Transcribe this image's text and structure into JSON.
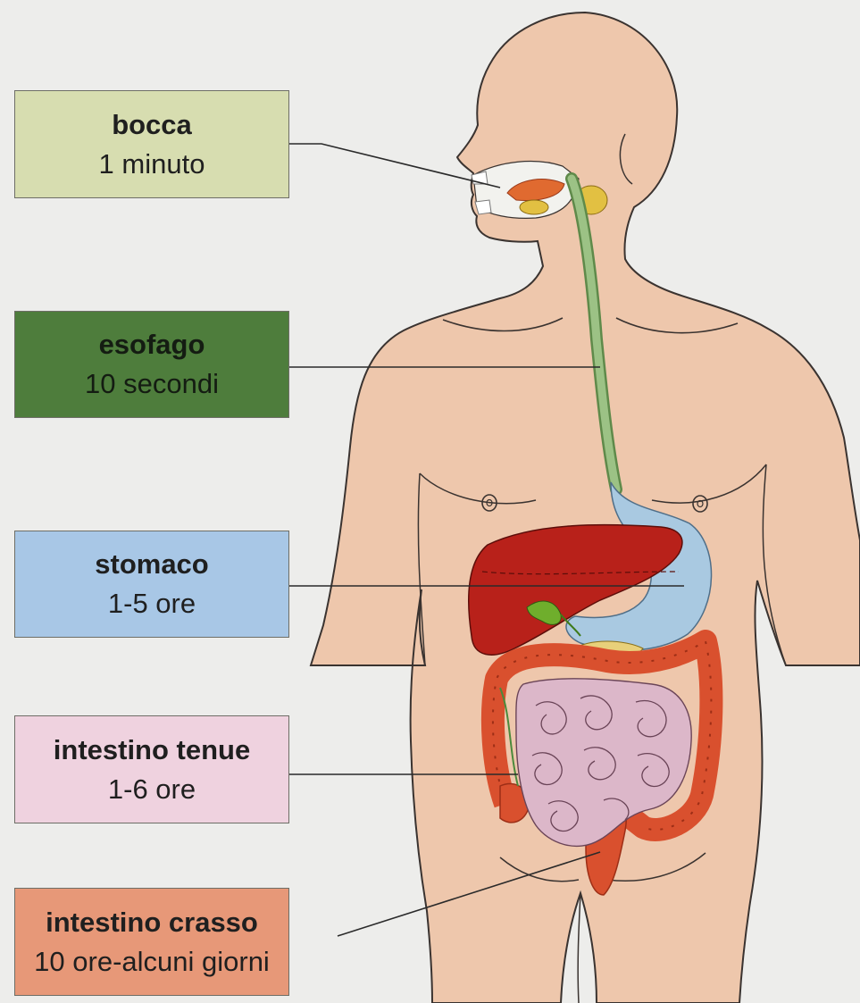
{
  "colors": {
    "background": "#ededeb",
    "skin": "#eec7ac",
    "skin_outline": "#3a3330",
    "liver": "#b8211a",
    "stomach": "#a9c9e1",
    "esophagus": "#8cb37a",
    "small_intestine": "#dcb7c9",
    "large_intestine": "#d9502e",
    "leader_line": "#2a2a2a"
  },
  "labels": [
    {
      "key": "bocca",
      "organ": "bocca",
      "time": "1 minuto",
      "fill": "#d7ddb0"
    },
    {
      "key": "esofago",
      "organ": "esofago",
      "time": "10 secondi",
      "fill": "#4e7d3c"
    },
    {
      "key": "stomaco",
      "organ": "stomaco",
      "time": "1-5 ore",
      "fill": "#a8c7e6"
    },
    {
      "key": "tenue",
      "organ": "intestino tenue",
      "time": "1-6 ore",
      "fill": "#efd2df"
    },
    {
      "key": "crasso",
      "organ": "intestino crasso",
      "time": "10 ore-alcuni giorni",
      "fill": "#e79878"
    }
  ]
}
